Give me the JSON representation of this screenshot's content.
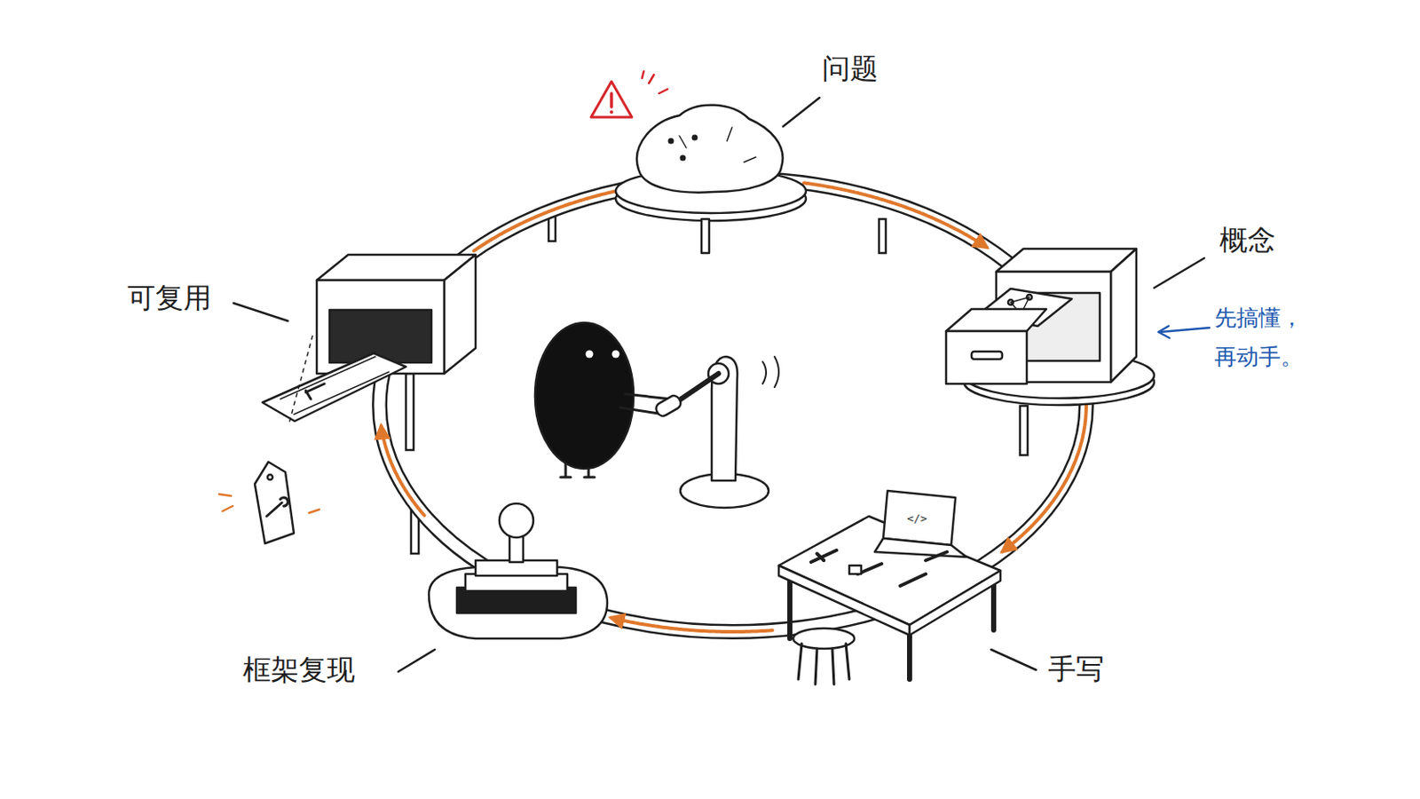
{
  "diagram": {
    "nodes": [
      {
        "text": [
          "问题"
        ]
      },
      {
        "text": [
          "概念"
        ]
      },
      {
        "text": [
          "手写"
        ]
      },
      {
        "text": [
          "框架复现"
        ]
      },
      {
        "text": [
          "可复用"
        ]
      }
    ],
    "edges": [
      {
        "from": 0,
        "to": 1,
        "arrow": "to"
      },
      {
        "from": 1,
        "to": 2,
        "arrow": "to"
      },
      {
        "from": 2,
        "to": 3,
        "arrow": "to"
      },
      {
        "from": 3,
        "to": 4,
        "arrow": "to"
      },
      {
        "from": 4,
        "to": 0,
        "arrow": "none"
      }
    ],
    "labels": [
      "先搞懂， 再动手。",
      "</>"
    ]
  }
}
